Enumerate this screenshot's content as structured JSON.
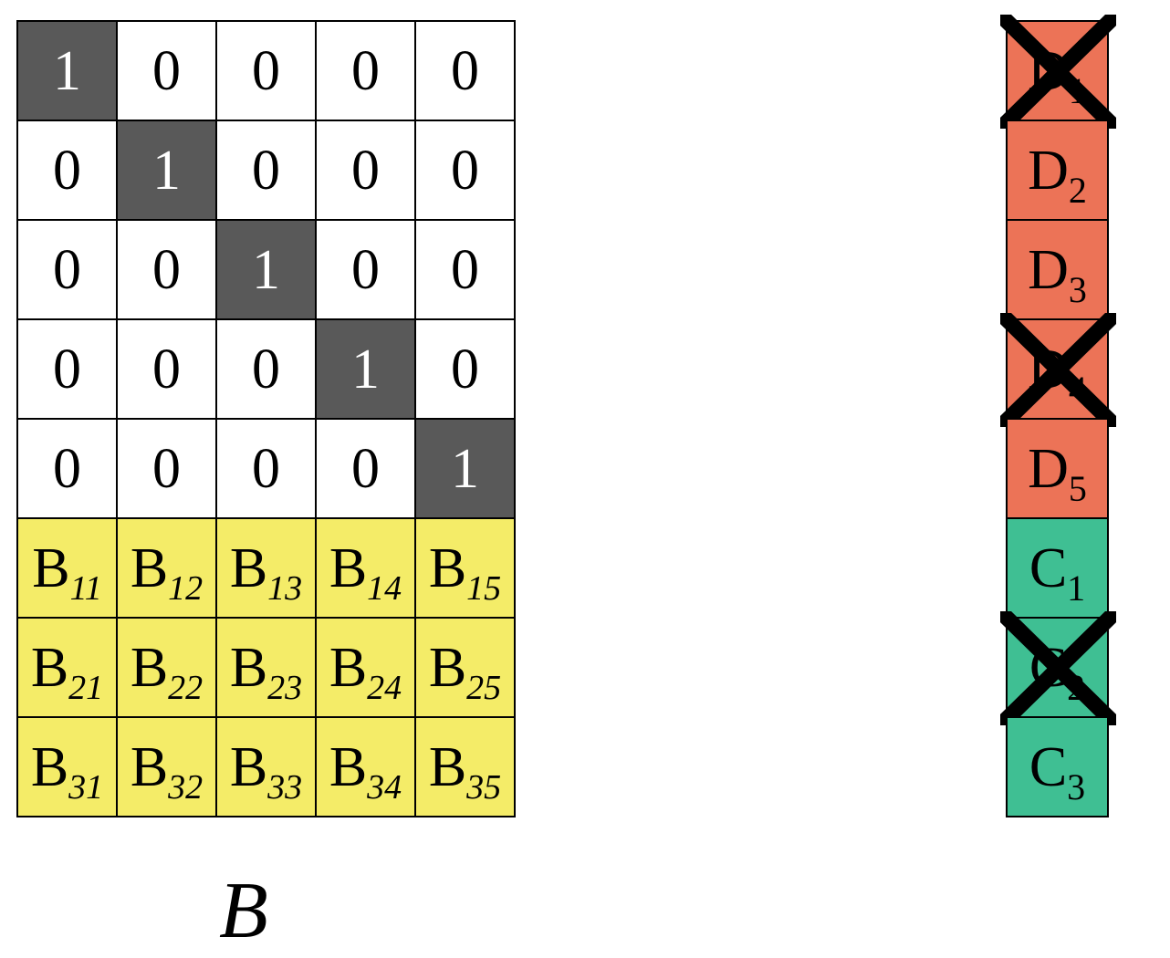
{
  "matrix": {
    "label": "B",
    "rows": [
      [
        {
          "type": "diag",
          "main": "1",
          "sub": ""
        },
        {
          "type": "white",
          "main": "0",
          "sub": ""
        },
        {
          "type": "white",
          "main": "0",
          "sub": ""
        },
        {
          "type": "white",
          "main": "0",
          "sub": ""
        },
        {
          "type": "white",
          "main": "0",
          "sub": ""
        }
      ],
      [
        {
          "type": "white",
          "main": "0",
          "sub": ""
        },
        {
          "type": "diag",
          "main": "1",
          "sub": ""
        },
        {
          "type": "white",
          "main": "0",
          "sub": ""
        },
        {
          "type": "white",
          "main": "0",
          "sub": ""
        },
        {
          "type": "white",
          "main": "0",
          "sub": ""
        }
      ],
      [
        {
          "type": "white",
          "main": "0",
          "sub": ""
        },
        {
          "type": "white",
          "main": "0",
          "sub": ""
        },
        {
          "type": "diag",
          "main": "1",
          "sub": ""
        },
        {
          "type": "white",
          "main": "0",
          "sub": ""
        },
        {
          "type": "white",
          "main": "0",
          "sub": ""
        }
      ],
      [
        {
          "type": "white",
          "main": "0",
          "sub": ""
        },
        {
          "type": "white",
          "main": "0",
          "sub": ""
        },
        {
          "type": "white",
          "main": "0",
          "sub": ""
        },
        {
          "type": "diag",
          "main": "1",
          "sub": ""
        },
        {
          "type": "white",
          "main": "0",
          "sub": ""
        }
      ],
      [
        {
          "type": "white",
          "main": "0",
          "sub": ""
        },
        {
          "type": "white",
          "main": "0",
          "sub": ""
        },
        {
          "type": "white",
          "main": "0",
          "sub": ""
        },
        {
          "type": "white",
          "main": "0",
          "sub": ""
        },
        {
          "type": "diag",
          "main": "1",
          "sub": ""
        }
      ],
      [
        {
          "type": "yellow",
          "main": "B",
          "sub": "11"
        },
        {
          "type": "yellow",
          "main": "B",
          "sub": "12"
        },
        {
          "type": "yellow",
          "main": "B",
          "sub": "13"
        },
        {
          "type": "yellow",
          "main": "B",
          "sub": "14"
        },
        {
          "type": "yellow",
          "main": "B",
          "sub": "15"
        }
      ],
      [
        {
          "type": "yellow",
          "main": "B",
          "sub": "21"
        },
        {
          "type": "yellow",
          "main": "B",
          "sub": "22"
        },
        {
          "type": "yellow",
          "main": "B",
          "sub": "23"
        },
        {
          "type": "yellow",
          "main": "B",
          "sub": "24"
        },
        {
          "type": "yellow",
          "main": "B",
          "sub": "25"
        }
      ],
      [
        {
          "type": "yellow",
          "main": "B",
          "sub": "31"
        },
        {
          "type": "yellow",
          "main": "B",
          "sub": "32"
        },
        {
          "type": "yellow",
          "main": "B",
          "sub": "33"
        },
        {
          "type": "yellow",
          "main": "B",
          "sub": "34"
        },
        {
          "type": "yellow",
          "main": "B",
          "sub": "35"
        }
      ]
    ]
  },
  "vector": {
    "items": [
      {
        "type": "d",
        "main": "D",
        "sub": "1",
        "crossed": true
      },
      {
        "type": "d",
        "main": "D",
        "sub": "2",
        "crossed": false
      },
      {
        "type": "d",
        "main": "D",
        "sub": "3",
        "crossed": false
      },
      {
        "type": "d",
        "main": "D",
        "sub": "4",
        "crossed": true
      },
      {
        "type": "d",
        "main": "D",
        "sub": "5",
        "crossed": false
      },
      {
        "type": "c",
        "main": "C",
        "sub": "1",
        "crossed": false
      },
      {
        "type": "c",
        "main": "C",
        "sub": "2",
        "crossed": true
      },
      {
        "type": "c",
        "main": "C",
        "sub": "3",
        "crossed": false
      }
    ]
  },
  "colors": {
    "diag": "#595959",
    "yellow": "#f4ec68",
    "d": "#ec7357",
    "c": "#3fbf93"
  }
}
